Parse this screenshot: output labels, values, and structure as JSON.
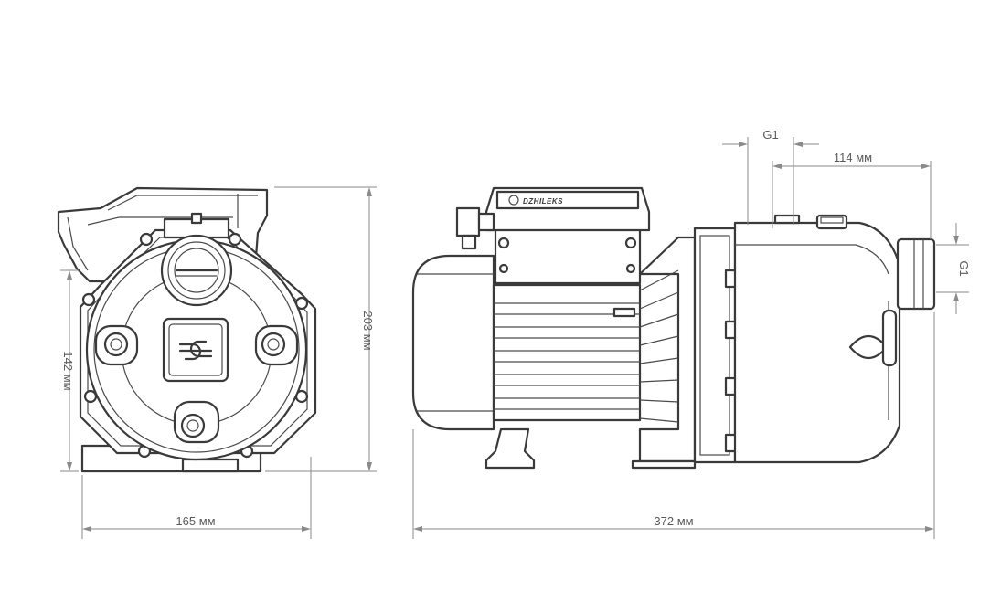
{
  "brand_plate": "DZHILEKS",
  "dimensions": {
    "front_width": "165 мм",
    "front_height_axis": "142 мм",
    "total_height": "203 мм",
    "total_length": "372 мм",
    "suction_offset": "114 мм",
    "discharge_thread": "G1",
    "suction_thread": "G1"
  }
}
